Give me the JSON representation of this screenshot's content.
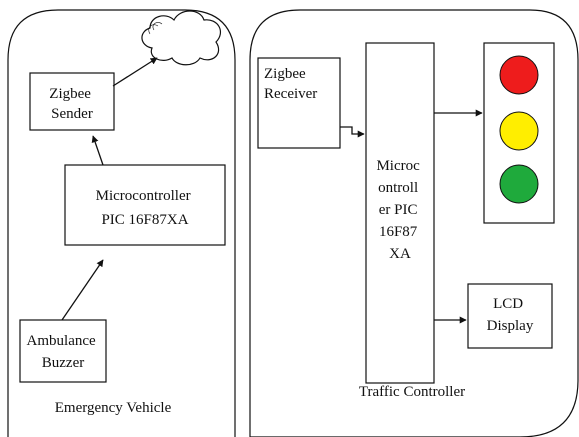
{
  "panels": {
    "emergency_vehicle": {
      "label": "Emergency Vehicle"
    },
    "traffic_controller": {
      "label": "Traffic Controller"
    }
  },
  "blocks": {
    "zigbee_sender": {
      "lines": [
        "Zigbee",
        "Sender"
      ]
    },
    "ev_microcontroller": {
      "lines": [
        "Microcontroller",
        "PIC 16F87XA"
      ]
    },
    "ambulance_buzzer": {
      "lines": [
        "Ambulance",
        "Buzzer"
      ]
    },
    "zigbee_receiver": {
      "lines": [
        "Zigbee",
        "Receiver"
      ]
    },
    "tc_microcontroller": {
      "lines": [
        "Microc",
        "ontroll",
        "er PIC",
        "16F87",
        "XA"
      ]
    },
    "lcd_display": {
      "lines": [
        "LCD",
        "Display"
      ]
    }
  },
  "traffic_light": {
    "lamps": [
      {
        "name": "red",
        "color": "#ee1c1c"
      },
      {
        "name": "yellow",
        "color": "#ffee00"
      },
      {
        "name": "green",
        "color": "#1faa3c"
      }
    ]
  },
  "cloud": {
    "icon": "cloud-icon"
  },
  "colors": {
    "line": "#111111",
    "background": "#ffffff"
  }
}
